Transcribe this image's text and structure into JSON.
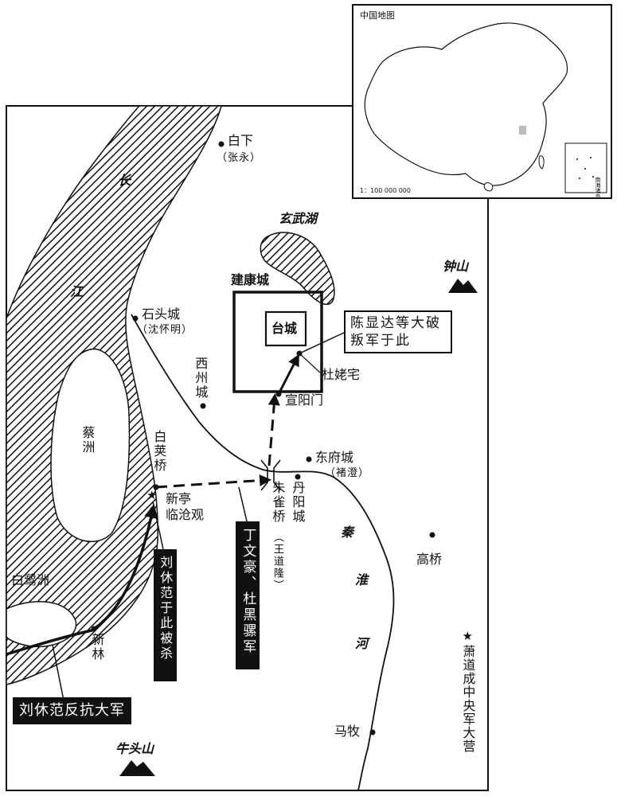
{
  "inset": {
    "title": "中国地图",
    "scale": "1：100 000 000",
    "south_sea_label": "南海诸岛"
  },
  "places": {
    "baixia": "白下",
    "baixia_general": "（张永）",
    "xuanwu_lake": "玄武湖",
    "zhongshan": "钟山",
    "jiankang_city": "建康城",
    "tai_city": "台城",
    "shitou_city": "石头城",
    "shitou_general": "（沈怀明）",
    "xizhou_city": "西州城",
    "du_residence": "杜姥宅",
    "xuanyang_gate": "宣阳门",
    "baiyan_bridge": "白荚桥",
    "xinting": "新亭",
    "lincang_temple": "临沧观",
    "dongfu_city": "东府城",
    "dongfu_general": "（褚澄）",
    "danyang_city": "丹阳城",
    "zhuque_bridge": "朱雀桥",
    "zhuque_general": "（王道隆）",
    "gaoqiao": "高桥",
    "mamu": "马牧",
    "niutou_mountain": "牛头山",
    "bailu_island": "白鹭洲",
    "xinlin": "新林",
    "cai_island": "蔡洲",
    "chang_char": "长",
    "jiang_char": "江",
    "qin_char": "秦",
    "huai_char": "淮",
    "he_char": "河"
  },
  "annotations": {
    "chen_victory": "陈显达等大破叛军于此",
    "liu_killed": "刘休范于此被杀",
    "ding_du_army": "丁文豪、杜黑骡军",
    "liu_rebel_army": "刘休范反抗大军",
    "xiao_camp": "萧道成中央军大营"
  },
  "legend": {
    "camp_symbol": "★"
  }
}
